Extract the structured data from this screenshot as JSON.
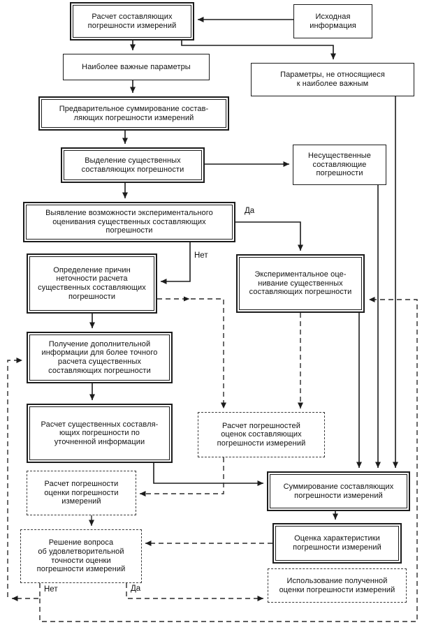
{
  "colors": {
    "line": "#1c1c1c",
    "background": "#ffffff"
  },
  "nodes": {
    "calc_components": {
      "label": "Расчет составляющих\nпогрешности измерений",
      "border": "double"
    },
    "source_info": {
      "label": "Исходная\nинформация",
      "border": "single"
    },
    "important_params": {
      "label": "Наиболее важные параметры",
      "border": "single"
    },
    "non_important_params": {
      "label": "Параметры, не относящиеся\nк наиболее важным",
      "border": "single"
    },
    "preliminary_summation": {
      "label": "Предварительное суммирование состав-\nляющих погрешности измерений",
      "border": "double"
    },
    "selection_significant": {
      "label": "Выделение существенных\nсоставляющих погрешности",
      "border": "double"
    },
    "insignificant": {
      "label": "Несущественные\nсоставляющие\nпогрешности",
      "border": "single"
    },
    "feasibility": {
      "label": "Выявление возможности экспериментального\nоценивания существенных составляющих\nпогрешности",
      "border": "double"
    },
    "causes": {
      "label": "Определение причин\nнеточности расчета\nсущественных составляющих\nпогрешности",
      "border": "double"
    },
    "experimental_eval": {
      "label": "Экспериментальное оце-\nнивание существенных\nсоставляющих погрешности",
      "border": "double"
    },
    "additional_info": {
      "label": "Получение дополнительной\nинформации для более точного\nрасчета существенных\nсоставляющих погрешности",
      "border": "double"
    },
    "refined_calc": {
      "label": "Расчет существенных составля-\nющих погрешности по\nуточненной информации",
      "border": "double"
    },
    "error_of_estimate": {
      "label": "Расчет погрешности\nоценки погрешности\nизмерений",
      "border": "dashed"
    },
    "decision": {
      "label": "Решение вопроса\nоб удовлетворительной\nточности оценки\nпогрешности измерений",
      "border": "dashed"
    },
    "component_estimate_errors": {
      "label": "Расчет погрешностей\nоценок составляющих\nпогрешности измерений",
      "border": "dashed"
    },
    "summation": {
      "label": "Суммирование составляющих\nпогрешности измерений",
      "border": "double"
    },
    "characteristic_estimate": {
      "label": "Оценка характеристики\nпогрешности измерений",
      "border": "double"
    },
    "use_of_estimate": {
      "label": "Использование полученной\nоценки погрешности измерений",
      "border": "dashed"
    }
  },
  "edge_labels": {
    "yes_top": "Да",
    "no_mid": "Нет",
    "no_bottom": "Нет",
    "yes_bottom": "Да"
  }
}
